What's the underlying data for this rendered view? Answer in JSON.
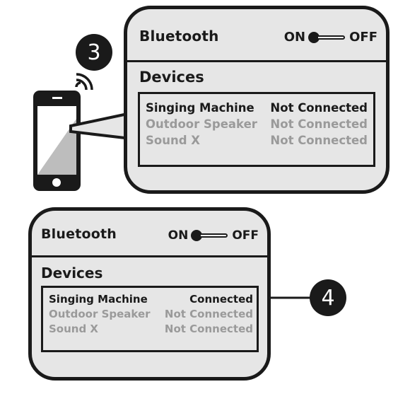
{
  "panel1": {
    "bluetooth_label": "Bluetooth",
    "toggle_on": "ON",
    "toggle_off": "OFF",
    "devices_label": "Devices",
    "devices": [
      {
        "name": "Singing Machine",
        "status": "Not Connected",
        "active": true
      },
      {
        "name": "Outdoor Speaker",
        "status": "Not Connected",
        "active": false
      },
      {
        "name": "Sound X",
        "status": "Not Connected",
        "active": false
      }
    ]
  },
  "panel2": {
    "bluetooth_label": "Bluetooth",
    "toggle_on": "ON",
    "toggle_off": "OFF",
    "devices_label": "Devices",
    "devices": [
      {
        "name": "Singing Machine",
        "status": "Connected",
        "active": true
      },
      {
        "name": "Outdoor Speaker",
        "status": "Not Connected",
        "active": false
      },
      {
        "name": "Sound X",
        "status": "Not Connected",
        "active": false
      }
    ]
  },
  "step_badges": [
    "3",
    "4"
  ],
  "colors": {
    "ink": "#1a1a1a",
    "panel": "#e6e6e6",
    "inactive_text": "#9a9a9a"
  },
  "icons": [
    "smartphone-icon",
    "wifi-signal-icon"
  ]
}
